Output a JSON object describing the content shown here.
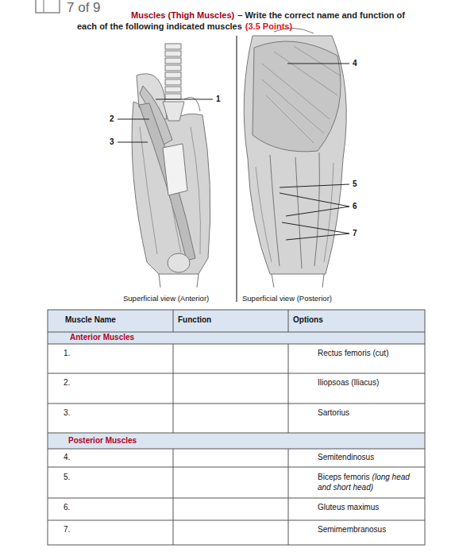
{
  "diagram": {
    "title": "Muscles (Thigh Muscles)",
    "labels": [
      "7 of 9",
      "– Write the correct name and function of each of the following indicated muscles",
      "(3.5 Points)",
      "1",
      "2",
      "3",
      "4",
      "5",
      "6",
      "7",
      "Superficial view (Anterior)",
      "Superficial view (Posterior)",
      "Muscle Name",
      "Function",
      "Options",
      "Anterior Muscles",
      "1.",
      "Rectus femoris (cut)",
      "2.",
      "Iliopsoas (Iliacus)",
      "3.",
      "Sartorius",
      "Posterior Muscles",
      "4.",
      "Semitendinosus",
      "5.",
      "Biceps femoris",
      "(long head and short head)",
      "6.",
      "Gluteus maximus",
      "7.",
      "Semimembranosus"
    ]
  }
}
